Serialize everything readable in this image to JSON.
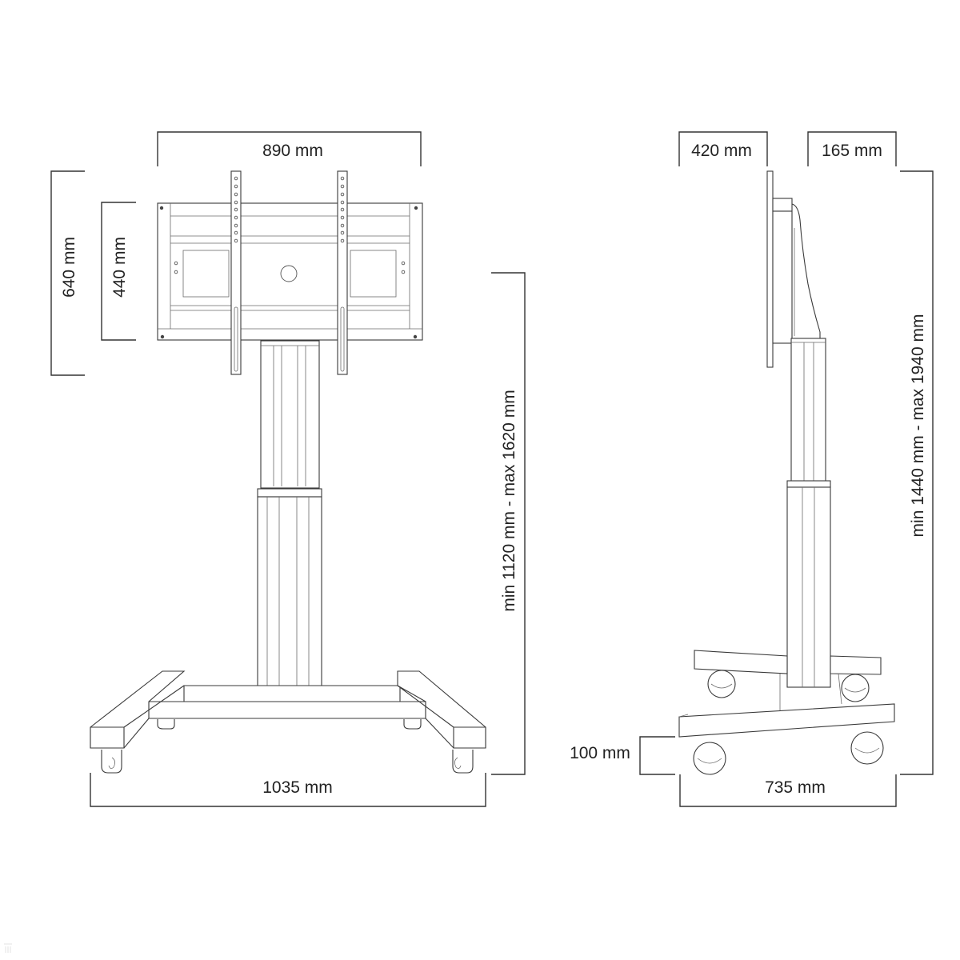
{
  "drawing": {
    "title": "Mobile electric TV stand – dimension drawing",
    "background": "#ffffff",
    "line_color": "#3a3a3a",
    "text_color": "#222222"
  },
  "front_view": {
    "width_bracket": "890 mm",
    "bracket_height_outer": "640 mm",
    "bracket_height_inner": "440 mm",
    "height_range": "min 1120 mm - max 1620 mm",
    "base_width": "1035 mm"
  },
  "side_view": {
    "depth_top_left": "420 mm",
    "depth_top_right": "165 mm",
    "height_range": "min 1440 mm - max 1940 mm",
    "ground_clearance": "100 mm",
    "base_depth": "735 mm"
  }
}
